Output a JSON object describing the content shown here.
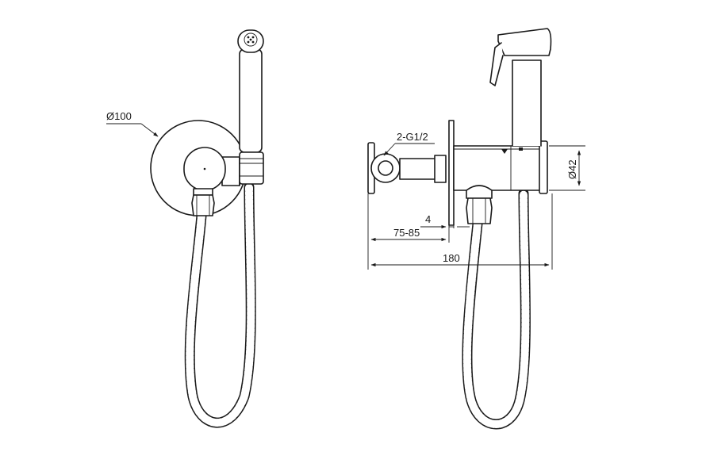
{
  "dimensions": {
    "plate_diameter": "Ø100",
    "connection": "2-G1/2",
    "wall_thickness": "4",
    "depth_range": "75-85",
    "overall_length": "180",
    "body_diameter": "Ø42"
  }
}
